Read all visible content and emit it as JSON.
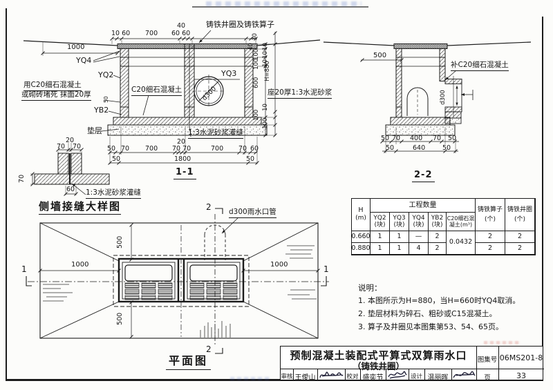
{
  "sections": {
    "s11": {
      "title": "1-1",
      "callout_grate": "铸铁井圈及铸铁算子",
      "dim_10_60": "10 60",
      "dim_700_left": "700",
      "dim_40": "40",
      "dim_60_60": "60 60",
      "dim_1000": "1000",
      "yq4": "YQ4",
      "yq2": "YQ2",
      "yq3": "YQ3",
      "yb2": "YB2",
      "dim_50_yb2": "50",
      "plug_line1": "用C20细石混凝土",
      "plug_line2": "或砌砖堵死 抹面20厚",
      "c20_label": "C20细石混凝土",
      "d300": "d300",
      "cushion": "垫层",
      "grout": "1:3水泥砂浆灌缝",
      "r_30": "30",
      "r_40": "40",
      "r_100a": "100",
      "r_100b": "100",
      "r_10a": "10",
      "r_10b": "10",
      "r_10c": "10",
      "r_h": "H=880",
      "r_600": "600",
      "r_10d": "10",
      "r_100c": "100",
      "r_100d": "100",
      "b1_50": "50",
      "b1_70a": "70",
      "b1_700a": "700",
      "b1_20": "20",
      "b1_7070": "70 70",
      "b1_700b": "700",
      "b1_70b": "70",
      "b1_60": "60",
      "b2_50a": "50",
      "b2_1800": "1800",
      "b2_50b": "50"
    },
    "s22": {
      "title": "2-2",
      "dim_500": "500",
      "callout_c20": "补C20细石混凝土",
      "d300": "d300",
      "seat": "座20厚1:3水泥砂浆",
      "b1_50a": "50",
      "b1_70a": "70",
      "b1_400": "400",
      "b1_70b": "70",
      "b1_50b": "50",
      "b2_50a": "50",
      "b2_640": "640",
      "b2_50b": "50"
    },
    "joint": {
      "title": "侧墙接缝大样图",
      "dim_20": "20",
      "dim_70a": "70",
      "dim_70b": "70",
      "dim_70c": "70",
      "dim_60": "60",
      "grout": "1:3水泥砂浆灌缝"
    },
    "plan": {
      "title": "平面图",
      "pipe_label": "d300雨水口管",
      "dim_500_top": "500",
      "dim_500_bottom": "500",
      "dim_1000_left": "1000",
      "dim_1000_right": "1000",
      "marker_1_left": "1",
      "marker_1_right": "1",
      "marker_2_top": "2",
      "marker_2_bottom": "2"
    }
  },
  "table": {
    "h_header": "H",
    "h_unit": "(m)",
    "qty_header": "工程数量",
    "cols": [
      {
        "name": "YQ2",
        "unit": "(块)"
      },
      {
        "name": "YQ3",
        "unit": "(块)"
      },
      {
        "name": "YQ4",
        "unit": "(块)"
      },
      {
        "name": "YB2",
        "unit": "(块)"
      },
      {
        "name": "C20细石混",
        "unit": "凝土(m³)"
      }
    ],
    "grate_header": "铸铁算子",
    "grate_unit": "(个)",
    "ring_header": "铸铁井圈",
    "ring_unit": "(个)",
    "rows": [
      {
        "h": "0.660",
        "yq2": "1",
        "yq3": "1",
        "yq4": "—",
        "yb2": "2",
        "grate": "2",
        "ring": "2"
      },
      {
        "h": "0.880",
        "yq2": "1",
        "yq3": "1",
        "yq4": "4",
        "yb2": "2",
        "grate": "2",
        "ring": "2"
      }
    ],
    "c20_value": "0.0432"
  },
  "notes": {
    "heading": "说明：",
    "items": [
      "1. 本图所示为H=880，当H=660时YQ4取消。",
      "2. 垫层材料为碎石、粗砂或C15混凝土。",
      "3. 算子及井圈见本图集第53、54、65页。"
    ]
  },
  "title_block": {
    "title_line1": "预制混凝土装配式平算式双算雨水口",
    "title_line2": "（铸铁井圈）",
    "atlas_label": "图集号",
    "atlas_no": "06MS201-8",
    "page_label": "页",
    "page_no": "33",
    "reviewer_label": "审核",
    "reviewer": "王僾山",
    "checker_label": "校对",
    "checker": "盛奕节",
    "designer_label": "设计",
    "designer": "温丽晖"
  }
}
